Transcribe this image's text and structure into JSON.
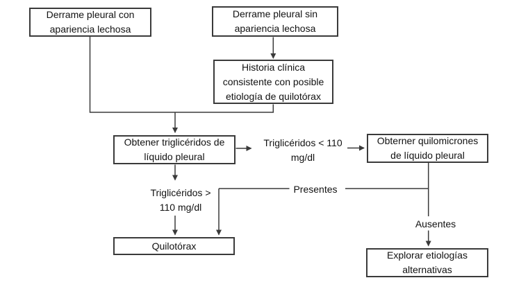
{
  "diagram": {
    "background_color": "#ffffff",
    "line_color": "#3a3a3a",
    "text_color": "#111111",
    "boxes": {
      "milky_effusion": "Derrame pleural con\napariencia lechosa",
      "non_milky_effusion": "Derrame pleural sin\napariencia lechosa",
      "clinical_history": "Historia clínica\nconsistente con posible\netiología de quilotórax",
      "obtain_triglycerides": "Obtener triglicéridos de\nlíquido pleural",
      "obtain_chylomicrons": "Obterner quilomicrones\nde líquido pleural",
      "chylothorax": "Quilotórax",
      "explore_alternatives": "Explorar etiologías\nalternativas"
    },
    "edge_labels": {
      "tg_low": "Triglicéridos < 110\nmg/dl",
      "tg_high": "Triglicéridos >\n110 mg/dl",
      "present": "Presentes",
      "absent": "Ausentes"
    }
  }
}
